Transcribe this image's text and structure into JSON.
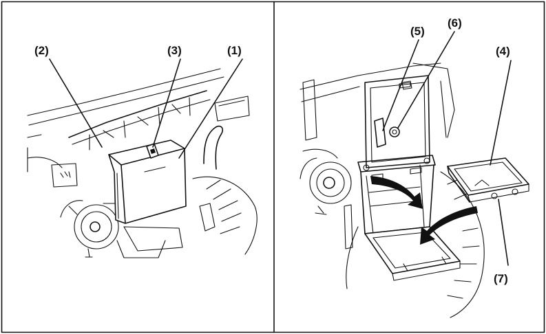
{
  "diagram": {
    "left_panel": {
      "callouts": [
        {
          "id": "label-2",
          "text": "(2)"
        },
        {
          "id": "label-3",
          "text": "(3)"
        },
        {
          "id": "label-1",
          "text": "(1)"
        }
      ]
    },
    "right_panel": {
      "callouts": [
        {
          "id": "label-5",
          "text": "(5)"
        },
        {
          "id": "label-6",
          "text": "(6)"
        },
        {
          "id": "label-4",
          "text": "(4)"
        },
        {
          "id": "label-7",
          "text": "(7)"
        }
      ]
    }
  }
}
